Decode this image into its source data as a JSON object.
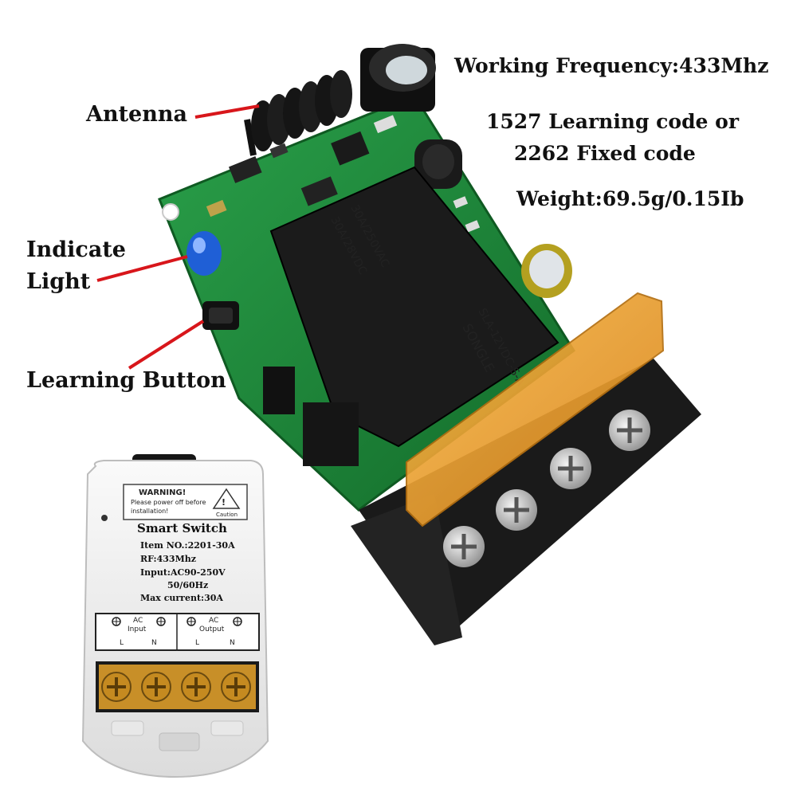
{
  "callouts": {
    "antenna": "Antenna",
    "indicate_light_line1": "Indicate",
    "indicate_light_line2": "Light",
    "learning_button": "Learning Button"
  },
  "specs": {
    "frequency": "Working Frequency:433Mhz",
    "code_line1": "1527 Learning code or",
    "code_line2": "2262 Fixed code",
    "weight": "Weight:69.5g/0.15Ib"
  },
  "relay_markings": {
    "line1": "30A/250VAC",
    "line2": "30A/28VDC",
    "line3": "SLA-12VDC-S-A",
    "brand": "SONGLE"
  },
  "enclosure": {
    "warning_title": "WARNING!",
    "warning_text_line1": "Please power off before",
    "warning_text_line2": "installation!",
    "caution": "Caution",
    "product_name": "Smart Switch",
    "item_no": "Item NO.:2201-30A",
    "rf": "RF:433Mhz",
    "input": "Input:AC90-250V",
    "hz": "50/60Hz",
    "max_current": "Max current:30A",
    "ac_input_label_1": "AC",
    "ac_input_label_2": "Input",
    "ac_output_label_1": "AC",
    "ac_output_label_2": "Output",
    "terminal_L": "L",
    "terminal_N": "N"
  },
  "colors": {
    "pcb_green": "#1f8a3a",
    "relay_black": "#1b1b1b",
    "cover_orange": "#f0a020",
    "callout_red": "#d8161b",
    "led_blue": "#1f5fd6",
    "enclosure_white": "#f2f2f2"
  }
}
